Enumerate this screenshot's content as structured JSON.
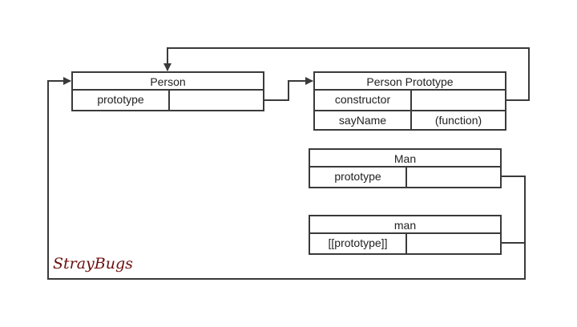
{
  "boxes": {
    "person": {
      "title": "Person",
      "rows": [
        {
          "key": "prototype",
          "value": ""
        }
      ]
    },
    "person_prototype": {
      "title": "Person Prototype",
      "rows": [
        {
          "key": "constructor",
          "value": ""
        },
        {
          "key": "sayName",
          "value": "(function)"
        }
      ]
    },
    "man_ctor": {
      "title": "Man",
      "rows": [
        {
          "key": "prototype",
          "value": ""
        }
      ]
    },
    "man_instance": {
      "title": "man",
      "rows": [
        {
          "key": "[[prototype]]",
          "value": ""
        }
      ]
    }
  },
  "watermark": "StrayBugs",
  "colors": {
    "line": "#3a3a3a",
    "watermark": "#6b0f0f"
  }
}
